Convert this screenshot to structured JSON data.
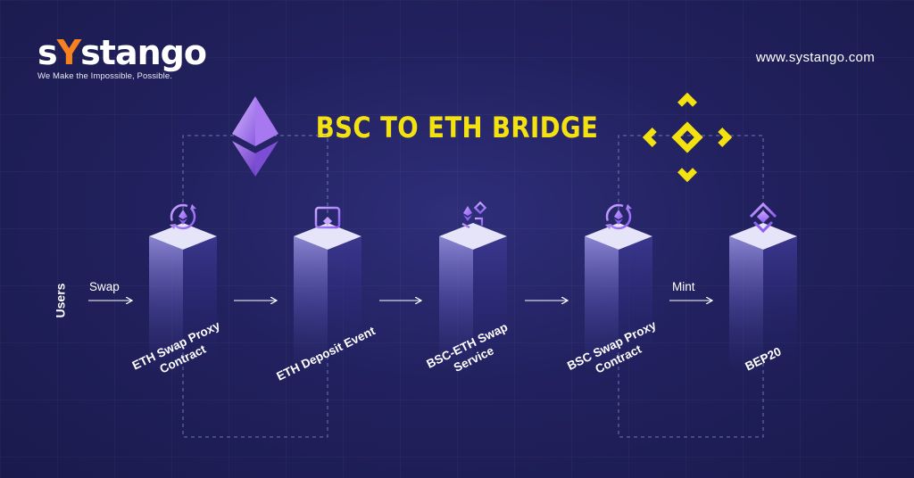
{
  "brand": {
    "name_prefix": "s",
    "name_accent": "Y",
    "name_suffix": "stango",
    "tagline": "We Make the Impossible, Possible.",
    "website": "www.systango.com",
    "accent_color": "#f5821f"
  },
  "title": "BSC TO ETH BRIDGE",
  "title_color": "#f3e20f",
  "users_label": "Users",
  "flow_labels": {
    "swap": "Swap",
    "mint": "Mint"
  },
  "nodes": [
    {
      "label_line1": "ETH Swap Proxy",
      "label_line2": "Contract",
      "icon": "rotate-swap-icon"
    },
    {
      "label_line1": "ETH Deposit Event",
      "label_line2": "",
      "icon": "calendar-event-icon"
    },
    {
      "label_line1": "BSC-ETH Swap",
      "label_line2": "Service",
      "icon": "exchange-service-icon"
    },
    {
      "label_line1": "BSC Swap Proxy",
      "label_line2": "Contract",
      "icon": "rotate-swap-icon"
    },
    {
      "label_line1": "BEP20",
      "label_line2": "",
      "icon": "bnb-token-icon"
    }
  ],
  "chain_icons": {
    "left": "ethereum-logo-icon",
    "right": "binance-logo-icon"
  }
}
